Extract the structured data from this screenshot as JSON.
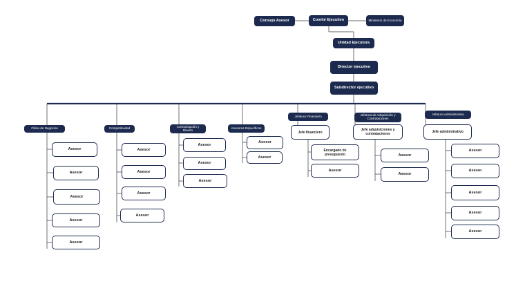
{
  "top": {
    "consejo": "Consejo Asesor",
    "comite": "Comité Ejecutivo",
    "ministerio": "Ministerio de Economía",
    "unidad": "Unidad Ejecutora",
    "director": "Director ejecutivo",
    "subdirector": "Subdirector ejecutivo"
  },
  "departments": [
    {
      "name": "Clima de Negocios",
      "role": "",
      "items": [
        "Asesor",
        "Asesor",
        "Asesor",
        "Asesor",
        "Asesor"
      ]
    },
    {
      "name": "Competitividad",
      "role": "",
      "items": [
        "Asesor",
        "Asesor",
        "Asesor",
        "Asesor"
      ]
    },
    {
      "name": "Comunicación y Diseño",
      "role": "",
      "items": [
        "Asesor",
        "Asesor",
        "Asesor"
      ]
    },
    {
      "name": "Asesores Específicos",
      "role": "",
      "items": [
        "Asesor",
        "Asesor"
      ]
    },
    {
      "name": "Jefatura Financiero",
      "role": "Jefe financiero",
      "items": [
        "Encargado de presupuesto",
        "Asesor"
      ]
    },
    {
      "name": "Jefatura de Adquisición y Contrataciones",
      "role": "Jefe adquisiciones y contrataciones",
      "items": [
        "Asesor",
        "Asesor"
      ]
    },
    {
      "name": "Jefatura Administrativa",
      "role": "Jefe administrativo",
      "items": [
        "Asesor",
        "Asesor",
        "Asesor",
        "Asesor",
        "Asesor"
      ]
    }
  ]
}
